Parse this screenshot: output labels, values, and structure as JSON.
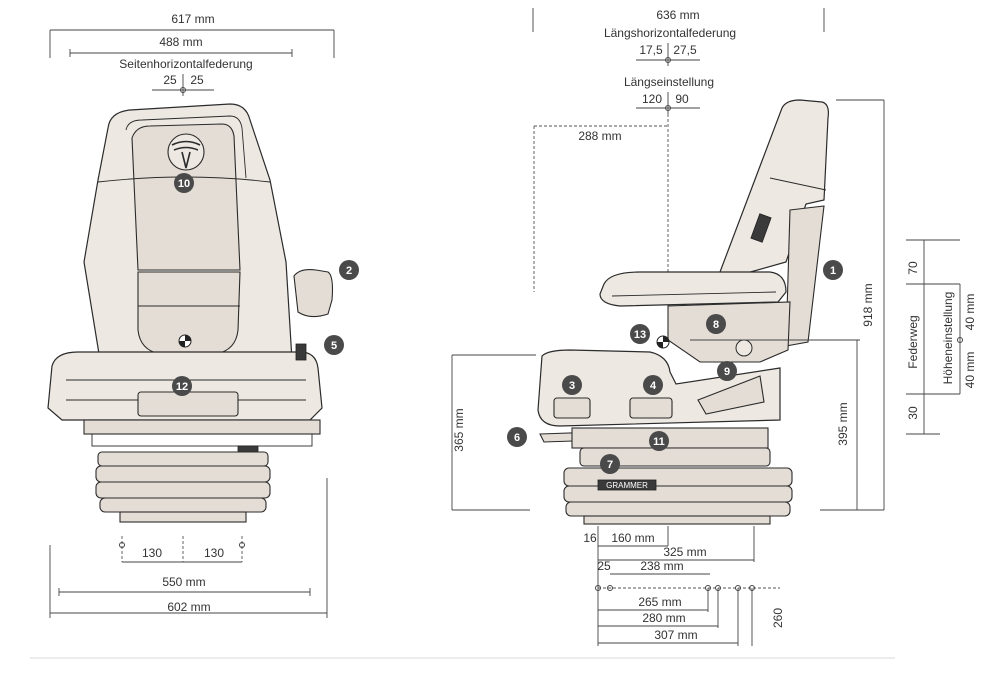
{
  "front_view": {
    "width_total": "617 mm",
    "width_inner": "488 mm",
    "lateral_suspension_label": "Seitenhorizontalfederung",
    "lateral_left": "25",
    "lateral_right": "25",
    "mount_left": "130",
    "mount_right": "130",
    "base_width": "550 mm",
    "overall_width": "602  mm"
  },
  "side_view": {
    "top_width": "636 mm",
    "longitudinal_suspension_label": "Längshorizontalfederung",
    "longitudinal_left": "17,5",
    "longitudinal_right": "27,5",
    "longitudinal_adjust_label": "Längseinstellung",
    "adjust_left": "120",
    "adjust_right": "90",
    "backrest_offset": "288 mm",
    "overall_height": "918 mm",
    "seat_height": "395 mm",
    "base_height": "365 mm",
    "spring_travel_label": "Federweg",
    "height_adjust_label": "Höheneinstellung",
    "travel_upper": "70",
    "travel_lower": "30",
    "height_upper": "40 mm",
    "height_lower": "40 mm",
    "dim_16": "16",
    "dim_160": "160 mm",
    "dim_325": "325 mm",
    "dim_25": "25",
    "dim_238": "238 mm",
    "dim_265": "265 mm",
    "dim_280": "280 mm",
    "dim_307": "307 mm",
    "dim_260": "260",
    "brand": "GRAMMER"
  },
  "badges": [
    "1",
    "2",
    "3",
    "4",
    "5",
    "6",
    "7",
    "8",
    "9",
    "10",
    "11",
    "12",
    "13"
  ],
  "colors": {
    "badge": "#4a4a4a",
    "seat_fill": "#ede8e2",
    "line": "#2b2b2b"
  }
}
